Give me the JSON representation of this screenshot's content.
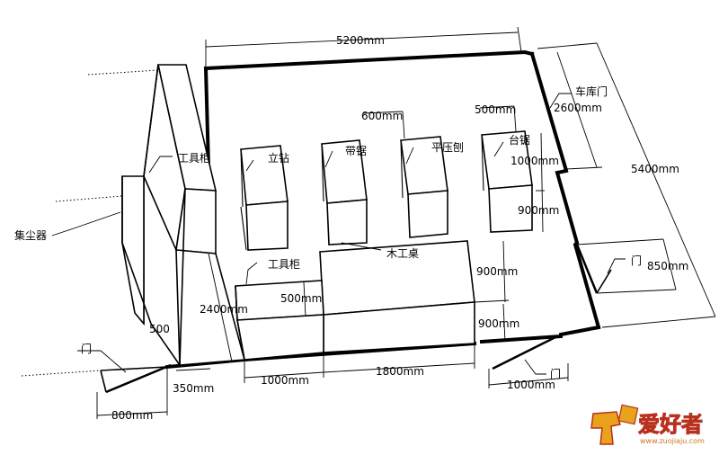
{
  "labels": {
    "dim_width_total": "5200mm",
    "dim_depth_total": "5400mm",
    "garage_door": "车库门",
    "garage_door_dim": "2600mm",
    "door_right": "门",
    "door_right_dim": "850mm",
    "door_bottom": "门",
    "door_bottom_dim": "1000mm",
    "door_left": "门",
    "door_left_dim": "800mm",
    "tool_cabinet_left": "工具柜",
    "dust_collector": "集尘器",
    "drill_press": "立钻",
    "bandsaw": "带锯",
    "planer": "平压刨",
    "table_saw": "台锯",
    "workbench": "木工桌",
    "tool_cabinet_bottom": "工具柜",
    "dim_600": "600mm",
    "dim_500_top": "500mm",
    "dim_1000_right": "1000mm",
    "dim_900_right": "900mm",
    "dim_900_bench_a": "900mm",
    "dim_900_bench_b": "900mm",
    "dim_500_cab": "500mm",
    "dim_2400": "2400mm",
    "dim_500_left": "500",
    "dim_350": "350mm",
    "dim_1000_bottom": "1000mm",
    "dim_1800_bottom": "1800mm"
  },
  "watermark": {
    "text": "爱好者",
    "url": "www.zuojiaju.com",
    "colors": {
      "primary": "#e8a21c",
      "secondary": "#b8311f"
    }
  }
}
